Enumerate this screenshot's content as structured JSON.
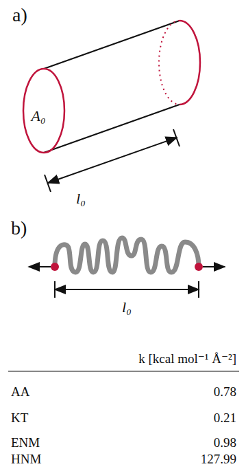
{
  "diagram": {
    "labels": [
      "a)",
      "A₀",
      "l₀",
      "b)",
      "l₀",
      "k [kcal mol⁻¹ Å⁻²]",
      "AA",
      "0.78",
      "KT",
      "0.21",
      "ENM",
      "0.98",
      "HNM",
      "127.99"
    ]
  }
}
